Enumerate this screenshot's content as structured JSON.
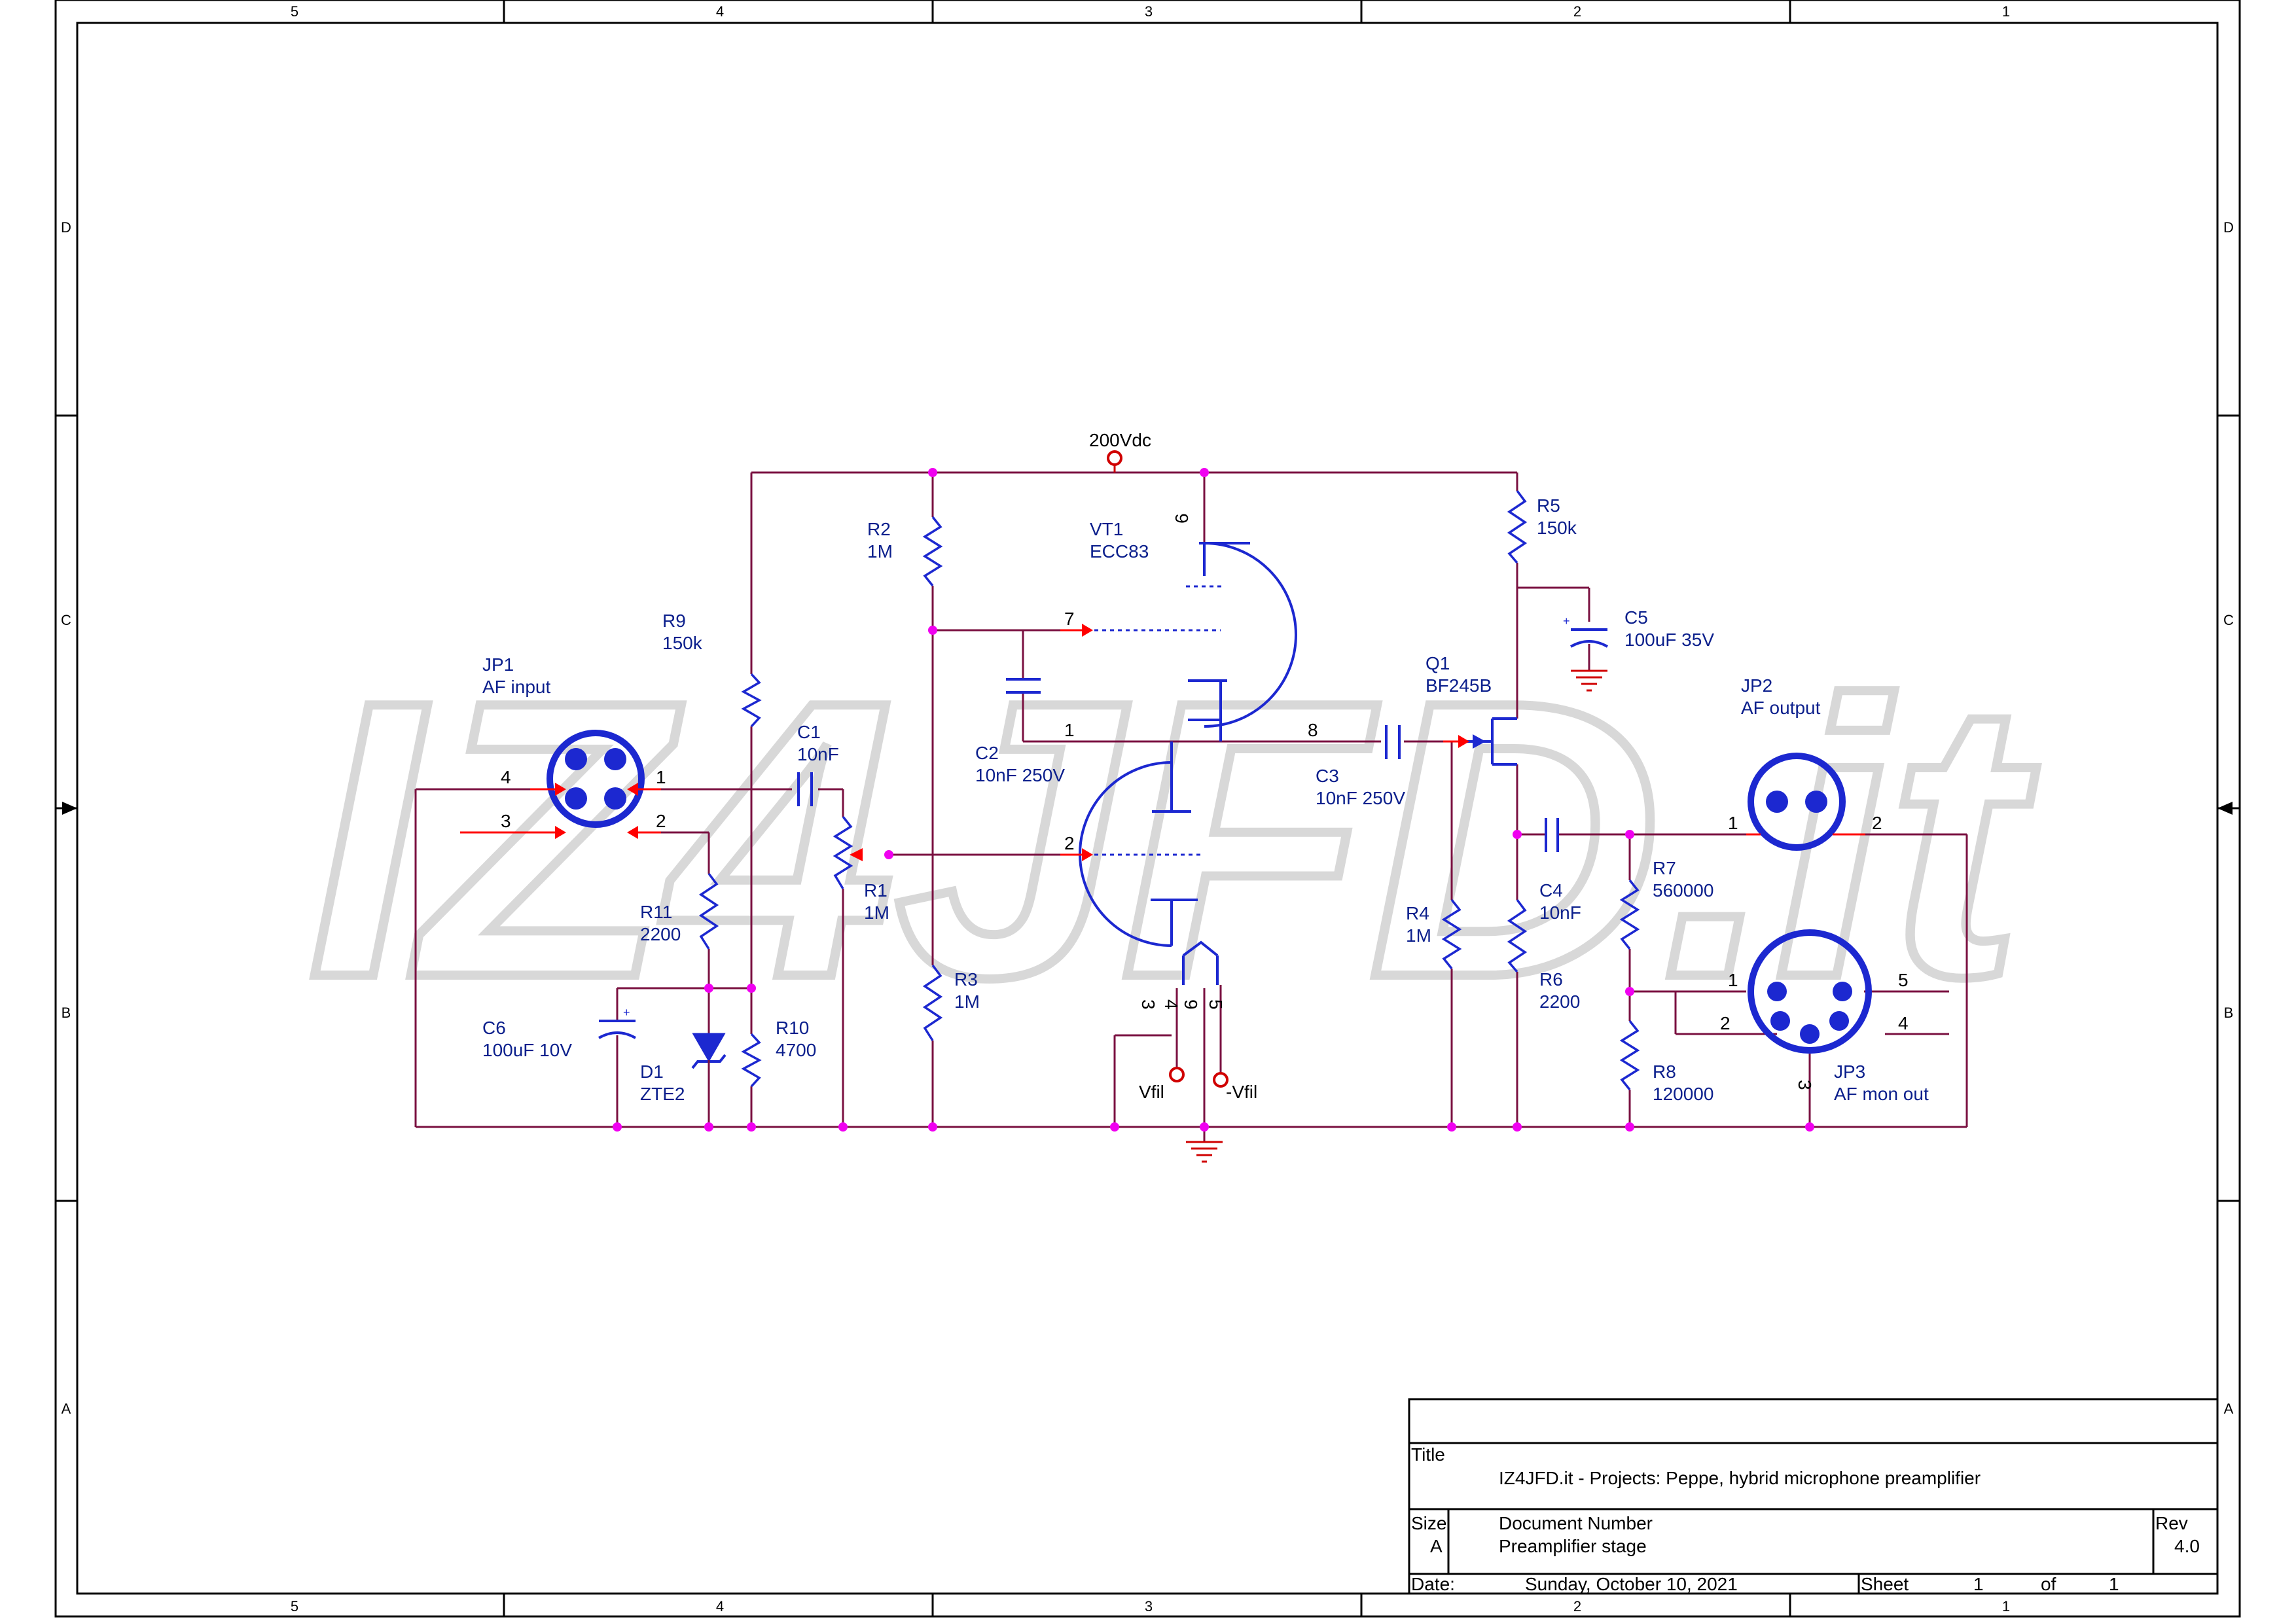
{
  "frame": {
    "columns": [
      "5",
      "4",
      "3",
      "2",
      "1"
    ],
    "rows": [
      "D",
      "C",
      "B",
      "A"
    ]
  },
  "watermark": "IZ4JFD.it",
  "colors": {
    "wire": "#7a1040",
    "component": "#1c28d0",
    "junction": "#f000f0",
    "pin_arrow": "#ff0000",
    "power": "#d00000",
    "text": "#0b1f8c"
  },
  "nets": {
    "supply": "200Vdc",
    "vfil": "Vfil",
    "neg_vfil": "-Vfil"
  },
  "components": [
    {
      "ref": "R9",
      "value": "150k",
      "type": "resistor"
    },
    {
      "ref": "JP1",
      "value": "AF input",
      "type": "connector-4pin"
    },
    {
      "ref": "C1",
      "value": "10nF",
      "type": "capacitor"
    },
    {
      "ref": "R2",
      "value": "1M",
      "type": "resistor"
    },
    {
      "ref": "VT1",
      "value": "ECC83",
      "type": "triode"
    },
    {
      "ref": "R5",
      "value": "150k",
      "type": "resistor"
    },
    {
      "ref": "C5",
      "value": "100uF 35V",
      "type": "electrolytic"
    },
    {
      "ref": "Q1",
      "value": "BF245B",
      "type": "jfet"
    },
    {
      "ref": "JP2",
      "value": "AF output",
      "type": "connector-2pin"
    },
    {
      "ref": "C2",
      "value": "10nF 250V",
      "type": "capacitor"
    },
    {
      "ref": "C3",
      "value": "10nF 250V",
      "type": "capacitor"
    },
    {
      "ref": "R1",
      "value": "1M",
      "type": "potentiometer"
    },
    {
      "ref": "R11",
      "value": "2200",
      "type": "resistor"
    },
    {
      "ref": "R3",
      "value": "1M",
      "type": "resistor"
    },
    {
      "ref": "R4",
      "value": "1M",
      "type": "resistor"
    },
    {
      "ref": "C4",
      "value": "10nF",
      "type": "capacitor"
    },
    {
      "ref": "R7",
      "value": "560000",
      "type": "resistor"
    },
    {
      "ref": "R6",
      "value": "2200",
      "type": "resistor"
    },
    {
      "ref": "C6",
      "value": "100uF 10V",
      "type": "electrolytic"
    },
    {
      "ref": "D1",
      "value": "ZTE2",
      "type": "zener"
    },
    {
      "ref": "R10",
      "value": "4700",
      "type": "resistor"
    },
    {
      "ref": "R8",
      "value": "120000",
      "type": "resistor"
    },
    {
      "ref": "JP3",
      "value": "AF mon out",
      "type": "connector-5pin"
    }
  ],
  "pins": {
    "jp1": [
      "4",
      "1",
      "3",
      "2"
    ],
    "vt1": [
      "6",
      "7",
      "1",
      "8",
      "2",
      "3",
      "4",
      "9",
      "5"
    ],
    "jp2": [
      "1",
      "2"
    ],
    "jp3": [
      "1",
      "5",
      "2",
      "4",
      "3"
    ]
  },
  "title_block": {
    "title_label": "Title",
    "title": "IZ4JFD.it - Projects: Peppe, hybrid microphone preamplifier",
    "size_label": "Size",
    "size": "A",
    "docnum_label": "Document Number",
    "docnum": "Preamplifier stage",
    "rev_label": "Rev",
    "rev": "4.0",
    "date_label": "Date:",
    "date": "Sunday, October 10, 2021",
    "sheet_label": "Sheet",
    "sheet": "1",
    "of_label": "of",
    "sheets": "1"
  }
}
